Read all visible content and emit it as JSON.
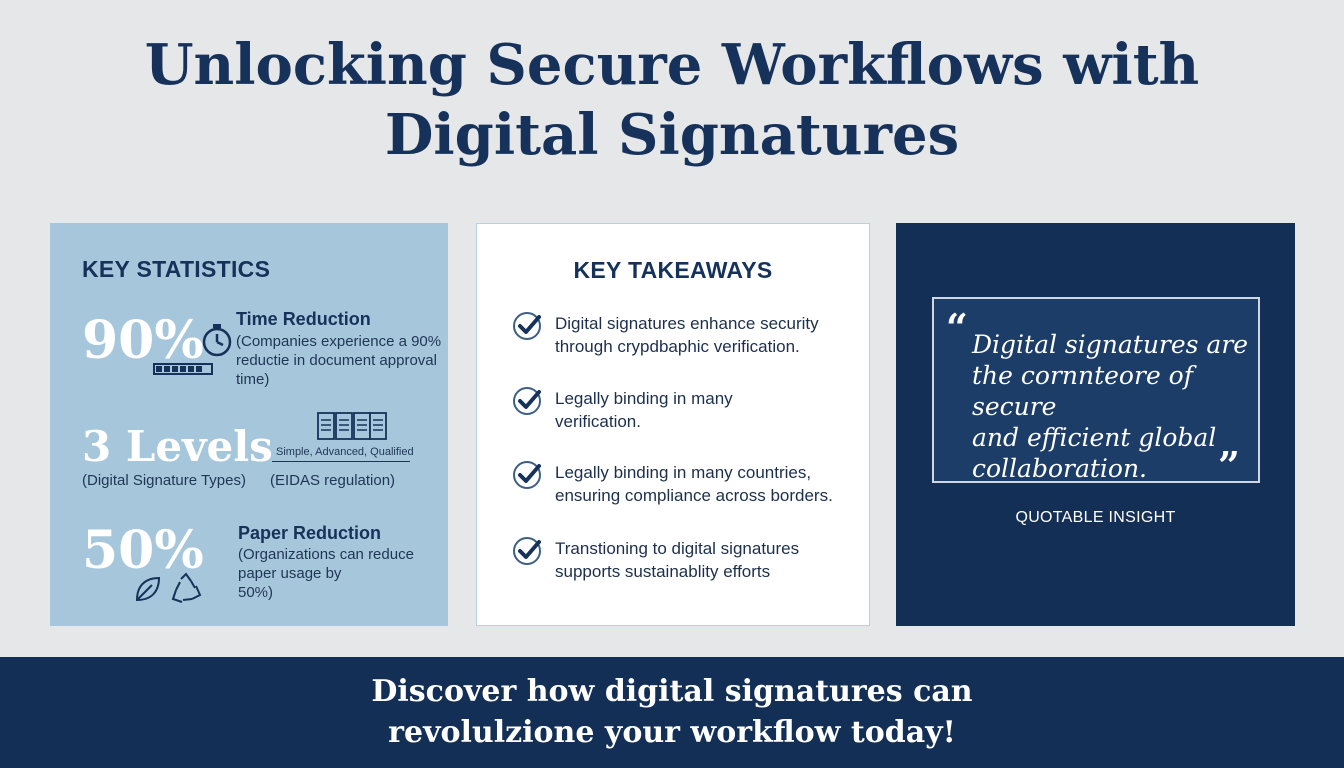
{
  "title_line1": "Unlocking Secure Workflows with",
  "title_line2": "Digital Signatures",
  "stats": {
    "heading": "KEY STATISTICS",
    "s1": {
      "value": "90%",
      "title": "Time Reduction",
      "desc_lines": [
        "(Companies experience a 90%",
        "reductie in document approval",
        "time)"
      ]
    },
    "s2": {
      "value": "3 Levels",
      "types_label": "(Digital Signature Types)",
      "levels_label": "Simple, Advanced, Qualified",
      "regulation": "(EIDAS regulation)"
    },
    "s3": {
      "value": "50%",
      "title": "Paper Reduction",
      "desc_lines": [
        "(Organizations can reduce",
        "paper usage by",
        "50%)"
      ]
    }
  },
  "takeaways": {
    "heading": "KEY TAKEAWAYS",
    "items": [
      [
        "Digital signatures enhance security",
        "through crypdbaphic verification."
      ],
      [
        "Legally binding in many",
        "verification."
      ],
      [
        "Legally binding in many countries,",
        "ensuring compliance across borders."
      ],
      [
        "Transtioning to digital signatures",
        "supports sustainablity efforts"
      ]
    ]
  },
  "quote": {
    "open_mark": "“",
    "close_mark": "”",
    "lines": [
      "Digital signatures are",
      "the cornnteore of secure",
      "and efficient global",
      "collaboration."
    ],
    "caption": "QUOTABLE INSIGHT"
  },
  "footer": {
    "line1": "Discover how digital signatures can",
    "line2": "revolulzione your workflow today!"
  },
  "colors": {
    "navy": "#142f56",
    "stats_panel": "#a6c7db",
    "background": "#e6e7e9"
  },
  "icons": [
    "stopwatch-icon",
    "progress-bar-icon",
    "documents-icon",
    "leaf-icon",
    "recycle-icon",
    "checkmark-icon"
  ]
}
